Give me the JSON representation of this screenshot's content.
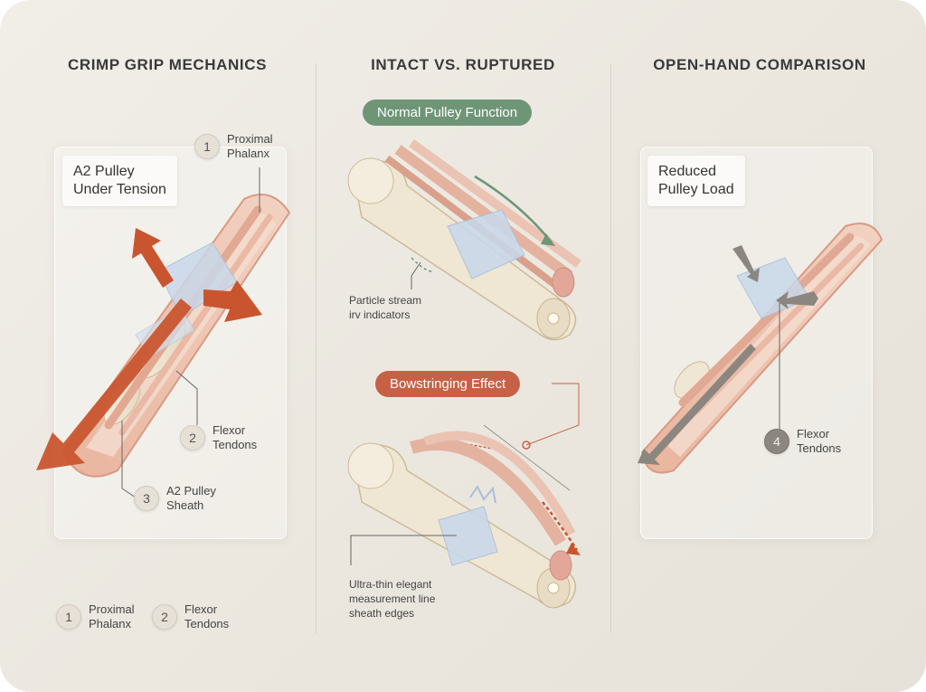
{
  "headings": {
    "left": "CRIMP GRIP MECHANICS",
    "middle": "INTACT VS. RUPTURED",
    "right": "OPEN-HAND COMPARISON"
  },
  "left_panel": {
    "label": "A2 Pulley\nUnder Tension",
    "callouts": [
      {
        "num": "1",
        "text": "Proximal\nPhalanx"
      },
      {
        "num": "2",
        "text": "Flexor\nTendons"
      },
      {
        "num": "3",
        "text": "A2 Pulley\nSheath"
      }
    ]
  },
  "middle_panel": {
    "pill_top": "Normal Pulley Function",
    "note_top": "Particle stream\nirv indicators",
    "pill_bottom": "Bowstringing Effect",
    "note_bottom": "Ultra-thin elegant\nmeasurement line\nsheath edges"
  },
  "right_panel": {
    "label": "Reduced\nPulley Load",
    "callout": {
      "num": "4",
      "text": "Flexor\nTendons"
    }
  },
  "legend": [
    {
      "num": "1",
      "text": "Proximal\nPhalanx"
    },
    {
      "num": "2",
      "text": "Flexor\nTendons"
    }
  ],
  "colors": {
    "force_arrow": "#c9552f",
    "sheath": "#c9d8ea",
    "bone": "#efe6d3",
    "tendon": "#e8bcaa",
    "pill_green": "#6f9577",
    "pill_red": "#c76145"
  }
}
